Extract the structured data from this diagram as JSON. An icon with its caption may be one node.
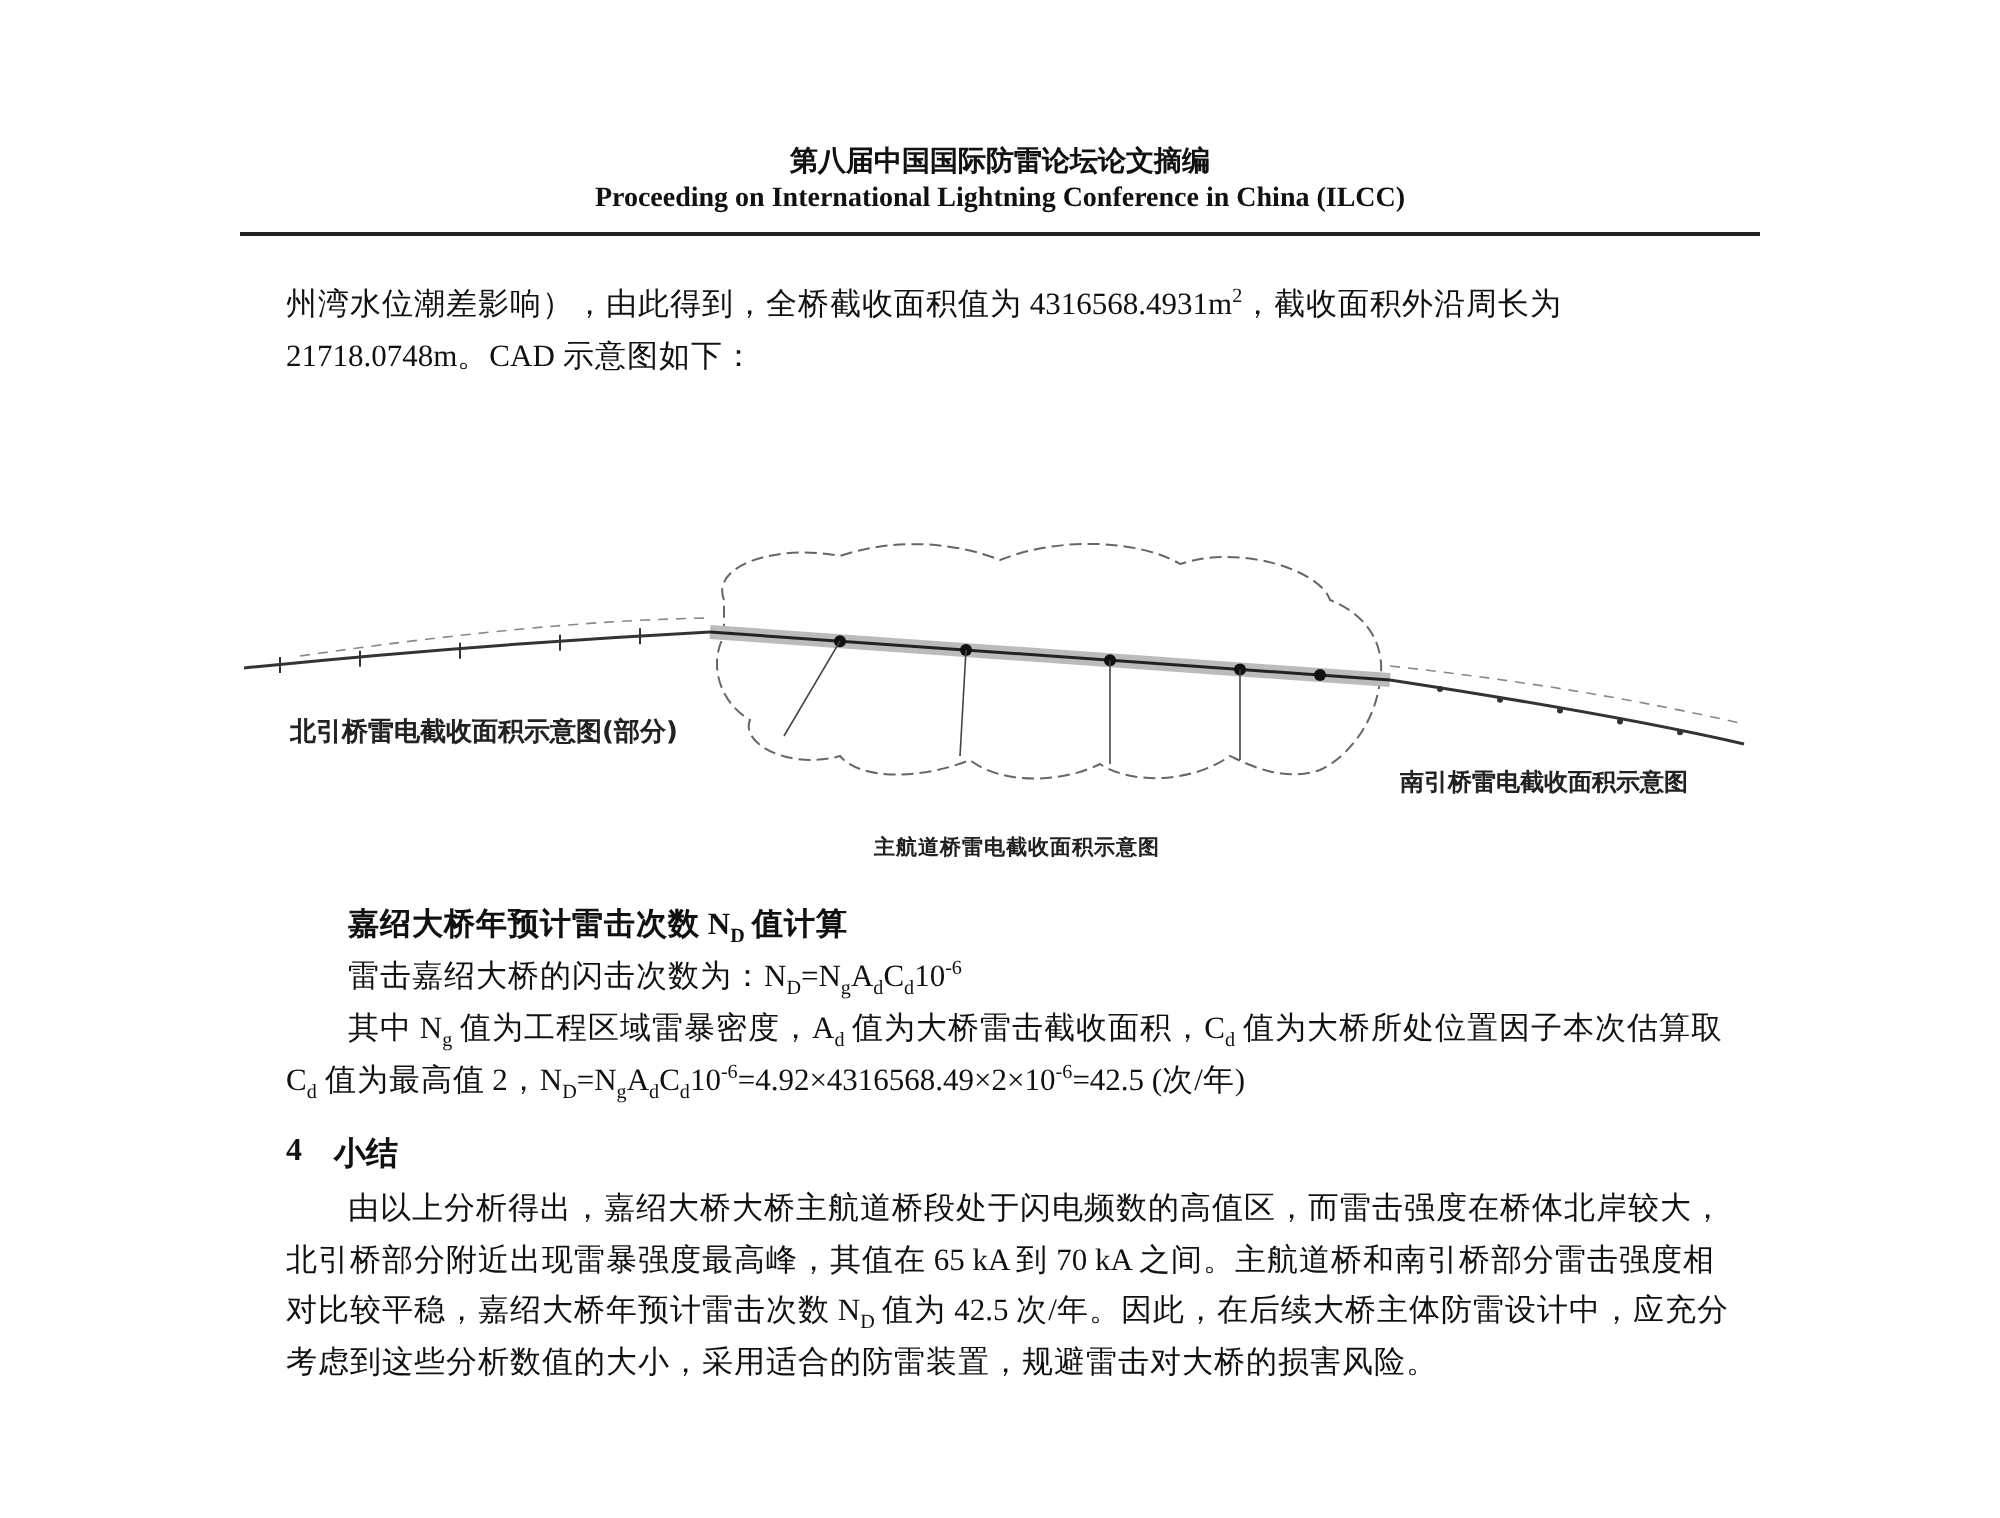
{
  "diagram": {
    "labels": [
      "第八届中国国际防雷论坛论文摘编",
      "Proceeding on International Lightning Conference in China (ILCC)",
      "州湾水位潮差影响），由此得到，全桥截收面积值为 4316568.4931m$^{2}$，截收面积外沿周长为21718.0748m。CAD 示意图如下：",
      "北引桥雷电截收面积示意图(部分)",
      "南引桥雷电截收面积示意图",
      "主航道桥雷电截收面积示意图",
      "嘉绍大桥年预计雷击次数 N$_{D}$ 值计算",
      "雷击嘉绍大桥的闪击次数为：N$_{D}$=N$_{g}$A$_{d}$C$_{d}$10$^{-6}$",
      "其中 N$_{g}$ 值为工程区域雷暴密度，A$_{d}$ 值为大桥雷击截收面积，C$_{d}$ 值为大桥所处位置因子本次估算取 C$_{d}$ 值为最高值 2，N$_{D}$=N$_{g}$A$_{d}$C$_{d}$10$^{-6}$=4.92×4316568.49×2×10$^{-6}$=42.5 (次/年)",
      "4",
      "小结",
      "由以上分析得出，嘉绍大桥大桥主航道桥段处于闪电频数的高值区，而雷击强度在桥体北岸较大，北引桥部分附近出现雷暴强度最高峰，其值在 65 kA 到 70 kA 之间。主航道桥和南引桥部分雷击强度相对比较平稳，嘉绍大桥年预计雷击次数 N$_{D}$ 值为 42.5 次/年。因此，在后续大桥主体防雷设计中，应充分考虑到这些分析数值的大小，采用适合的防雷装置，规避雷击对大桥的损害风险。"
    ]
  }
}
